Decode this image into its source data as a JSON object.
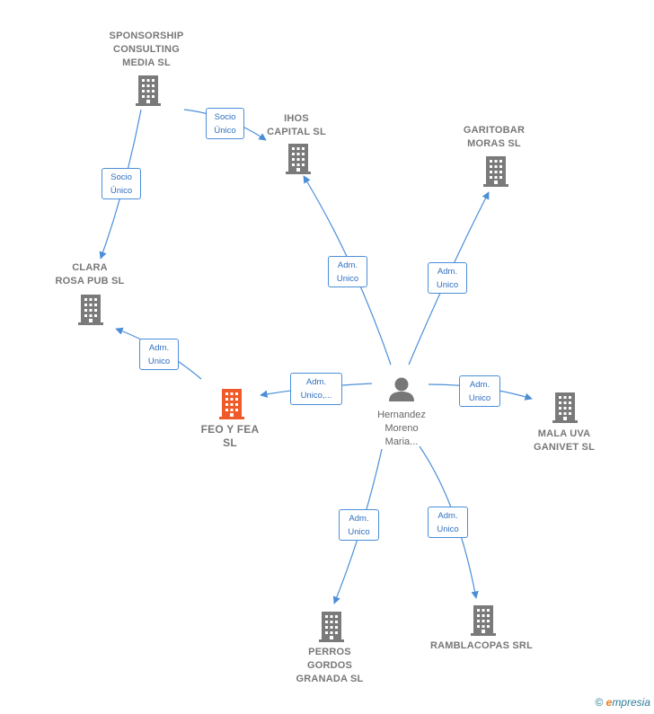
{
  "colors": {
    "edge": "#4a8ed8",
    "building": "#7a7a7a",
    "main_building": "#f05a28",
    "person": "#777777"
  },
  "nodes": {
    "sponsorship": "SPONSORSHIP\nCONSULTING\nMEDIA SL",
    "ihos": "IHOS\nCAPITAL  SL",
    "garitobar": "GARITOBAR\nMORAS  SL",
    "clara": "CLARA\nROSA PUB  SL",
    "feo": "FEO Y FEA\nSL",
    "mala_uva": "MALA UVA\nGANIVET  SL",
    "perros": "PERROS\nGORDOS\nGRANADA  SL",
    "ramblacopas": "RAMBLACOPAS SRL",
    "person": "Hernandez\nMoreno\nMaria..."
  },
  "edges": {
    "sponsor_ihos": "Socio\nÚnico",
    "sponsor_clara": "Socio\nÚnico",
    "person_ihos": "Adm.\nUnico",
    "person_garitobar": "Adm.\nUnico",
    "feo_clara": "Adm.\nUnico",
    "person_feo": "Adm.\nUnico,...",
    "person_mala": "Adm.\nUnico",
    "person_perros": "Adm.\nUnico",
    "person_rambla": "Adm.\nUnico"
  },
  "footer": {
    "copyright": "©",
    "brand_e": "e",
    "brand_rest": "mpresia"
  }
}
